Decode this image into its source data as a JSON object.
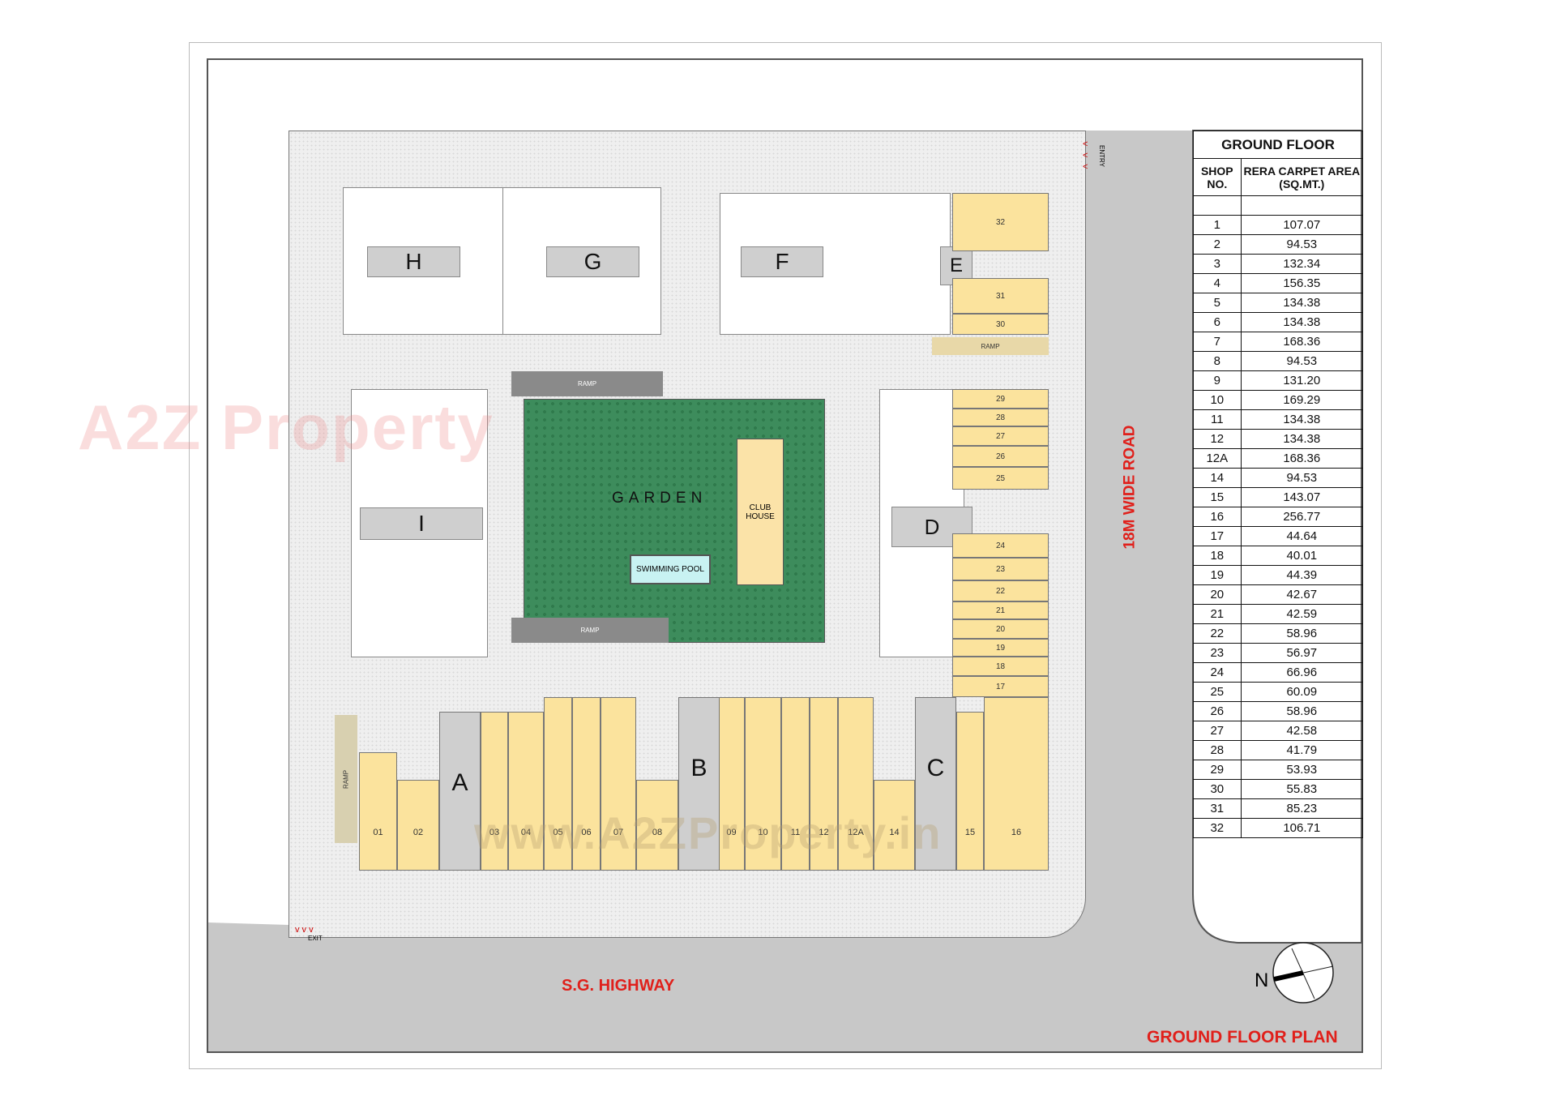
{
  "table": {
    "title": "GROUND FLOOR",
    "col_shop": "SHOP NO.",
    "col_area": "RERA CARPET AREA (SQ.MT.)",
    "rows": [
      [
        "1",
        "107.07"
      ],
      [
        "2",
        "94.53"
      ],
      [
        "3",
        "132.34"
      ],
      [
        "4",
        "156.35"
      ],
      [
        "5",
        "134.38"
      ],
      [
        "6",
        "134.38"
      ],
      [
        "7",
        "168.36"
      ],
      [
        "8",
        "94.53"
      ],
      [
        "9",
        "131.20"
      ],
      [
        "10",
        "169.29"
      ],
      [
        "11",
        "134.38"
      ],
      [
        "12",
        "134.38"
      ],
      [
        "12A",
        "168.36"
      ],
      [
        "14",
        "94.53"
      ],
      [
        "15",
        "143.07"
      ],
      [
        "16",
        "256.77"
      ],
      [
        "17",
        "44.64"
      ],
      [
        "18",
        "40.01"
      ],
      [
        "19",
        "44.39"
      ],
      [
        "20",
        "42.67"
      ],
      [
        "21",
        "42.59"
      ],
      [
        "22",
        "58.96"
      ],
      [
        "23",
        "56.97"
      ],
      [
        "24",
        "66.96"
      ],
      [
        "25",
        "60.09"
      ],
      [
        "26",
        "58.96"
      ],
      [
        "27",
        "42.58"
      ],
      [
        "28",
        "41.79"
      ],
      [
        "29",
        "53.93"
      ],
      [
        "30",
        "55.83"
      ],
      [
        "31",
        "85.23"
      ],
      [
        "32",
        "106.71"
      ]
    ]
  },
  "blocks": {
    "H": "H",
    "G": "G",
    "F": "F",
    "E": "E",
    "I": "I",
    "D": "D",
    "A": "A",
    "B": "B",
    "C": "C"
  },
  "amenities": {
    "garden": "GARDEN",
    "club_house": "CLUB HOUSE",
    "swimming_pool": "SWIMMING POOL",
    "ramp": "RAMP"
  },
  "bottom_shops": [
    "01",
    "02",
    "03",
    "04",
    "05",
    "06",
    "07",
    "08",
    "09",
    "10",
    "11",
    "12",
    "12A",
    "14",
    "15",
    "16"
  ],
  "right_shops": [
    "32",
    "31",
    "30",
    "29",
    "28",
    "27",
    "26",
    "25",
    "24",
    "23",
    "22",
    "21",
    "20",
    "19",
    "18",
    "17"
  ],
  "roads": {
    "right": "18M WIDE ROAD",
    "bottom": "S.G. HIGHWAY",
    "entry": "ENTRY",
    "exit": "EXIT"
  },
  "plan_title": "GROUND FLOOR PLAN",
  "compass": {
    "label": "N"
  },
  "watermark": {
    "logo": "A2Z Property",
    "url": "www.A2ZProperty.in"
  },
  "colors": {
    "shop": "#fbe39d",
    "garden": "#3d8c5c",
    "road": "#c8c8c8",
    "title": "#e0201b"
  }
}
